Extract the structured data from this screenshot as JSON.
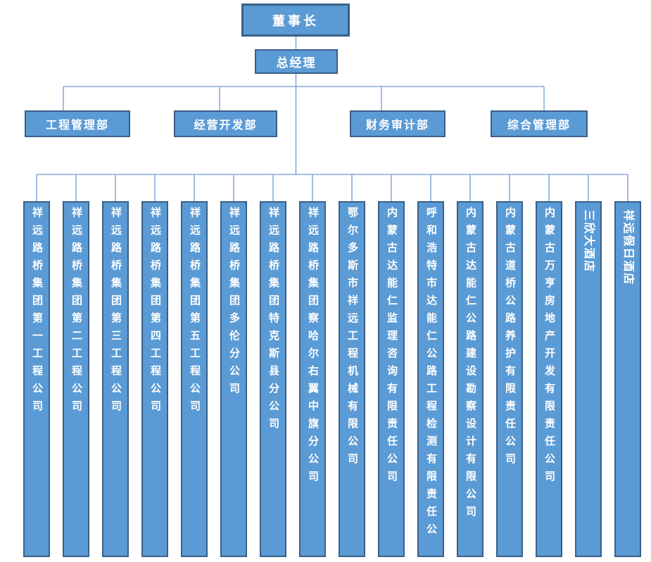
{
  "org": {
    "chairman": "董事长",
    "general_manager": "总经理",
    "departments": [
      "工程管理部",
      "经营开发部",
      "财务审计部",
      "综合管理部"
    ],
    "subsidiaries": [
      {
        "name": "祥远路桥集团第一工程公司",
        "rotated": false
      },
      {
        "name": "祥远路桥集团第二工程公司",
        "rotated": false
      },
      {
        "name": "祥远路桥集团第三工程公司",
        "rotated": false
      },
      {
        "name": "祥远路桥集团第四工程公司",
        "rotated": false
      },
      {
        "name": "祥远路桥集团第五工程公司",
        "rotated": false
      },
      {
        "name": "祥远路桥集团多伦分公司",
        "rotated": false
      },
      {
        "name": "祥远路桥集团特克斯县分公司",
        "rotated": false
      },
      {
        "name": "祥远路桥集团察哈尔右翼中旗分公司",
        "rotated": false
      },
      {
        "name": "鄂尔多斯市祥远工程机械有限公司",
        "rotated": false
      },
      {
        "name": "内蒙古达能仁监理咨询有限责任公司",
        "rotated": false
      },
      {
        "name": "呼和浩特市达能仁公路工程检测有限责任公司",
        "rotated": false
      },
      {
        "name": "内蒙古达能仁公路建设勘察设计有限公司",
        "rotated": false
      },
      {
        "name": "内蒙古道桥公路养护有限责任公司",
        "rotated": false
      },
      {
        "name": "内蒙古万亨房地产开发有限责任公司",
        "rotated": false
      },
      {
        "name": "三欣大酒店",
        "rotated": true
      },
      {
        "name": "祥远假日酒店",
        "rotated": true
      }
    ]
  },
  "colors": {
    "node_fill": "#5B9BD5",
    "node_border": "#3A5F88",
    "connector": "#6C9BD2",
    "node_text": "#FFFFFF",
    "background": "#FFFFFF"
  }
}
